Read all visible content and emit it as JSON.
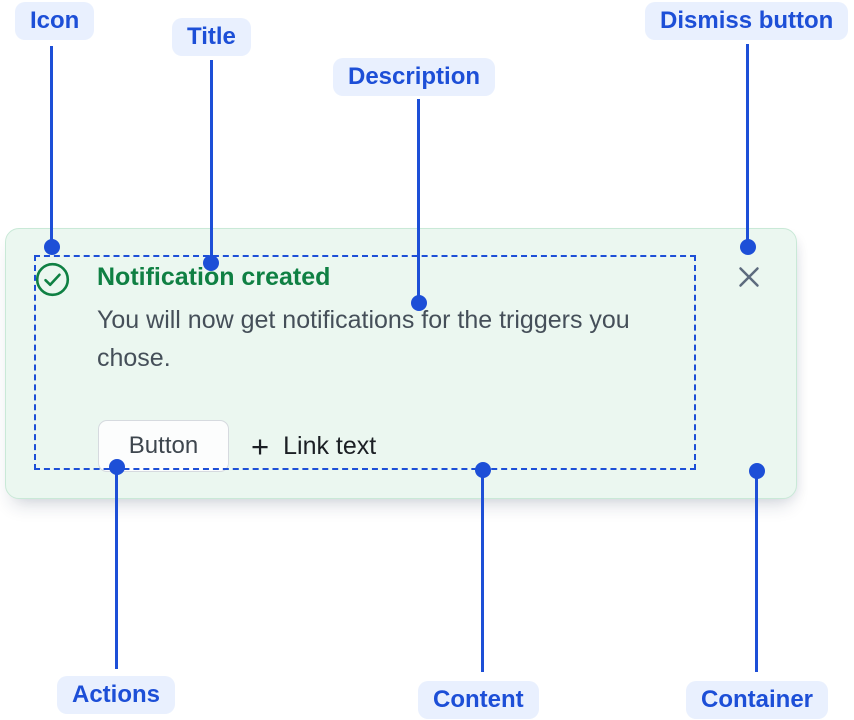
{
  "annotations": {
    "icon_label": "Icon",
    "title_label": "Title",
    "description_label": "Description",
    "dismiss_label": "Dismiss button",
    "actions_label": "Actions",
    "content_label": "Content",
    "container_label": "Container"
  },
  "flag": {
    "title": "Notification created",
    "description": "You will now get notifications for the triggers you chose.",
    "actions": {
      "button_label": "Button",
      "link_prefix": "+",
      "link_label": "Link text"
    },
    "icons": {
      "status": "success-check-icon",
      "dismiss": "close-icon"
    }
  },
  "colors": {
    "annotation-blue": "#1D4FD7",
    "pill-bg": "#E9F0FE",
    "success-green": "#0F8043",
    "card-bg": "#EBF7F0",
    "card-border": "#C9E9D7",
    "body-text": "#454F59",
    "dismiss-gray": "#5D6B7E"
  }
}
